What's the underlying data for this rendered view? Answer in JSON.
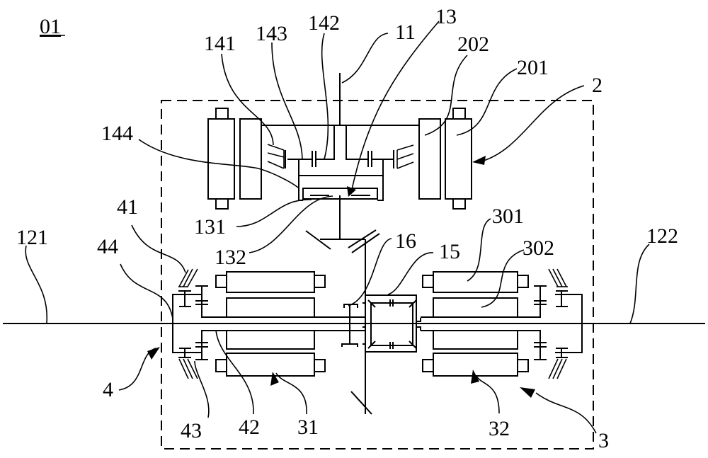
{
  "figure": {
    "title": "01",
    "labels": {
      "l11": "11",
      "l13": "13",
      "l141": "141",
      "l142": "142",
      "l143": "143",
      "l144": "144",
      "l131": "131",
      "l132": "132",
      "l2": "2",
      "l201": "201",
      "l202": "202",
      "l41": "41",
      "l44": "44",
      "l121": "121",
      "l122": "122",
      "l16": "16",
      "l15": "15",
      "l301": "301",
      "l302": "302",
      "l4": "4",
      "l43": "43",
      "l42": "42",
      "l31": "31",
      "l32": "32",
      "l3": "3"
    }
  }
}
